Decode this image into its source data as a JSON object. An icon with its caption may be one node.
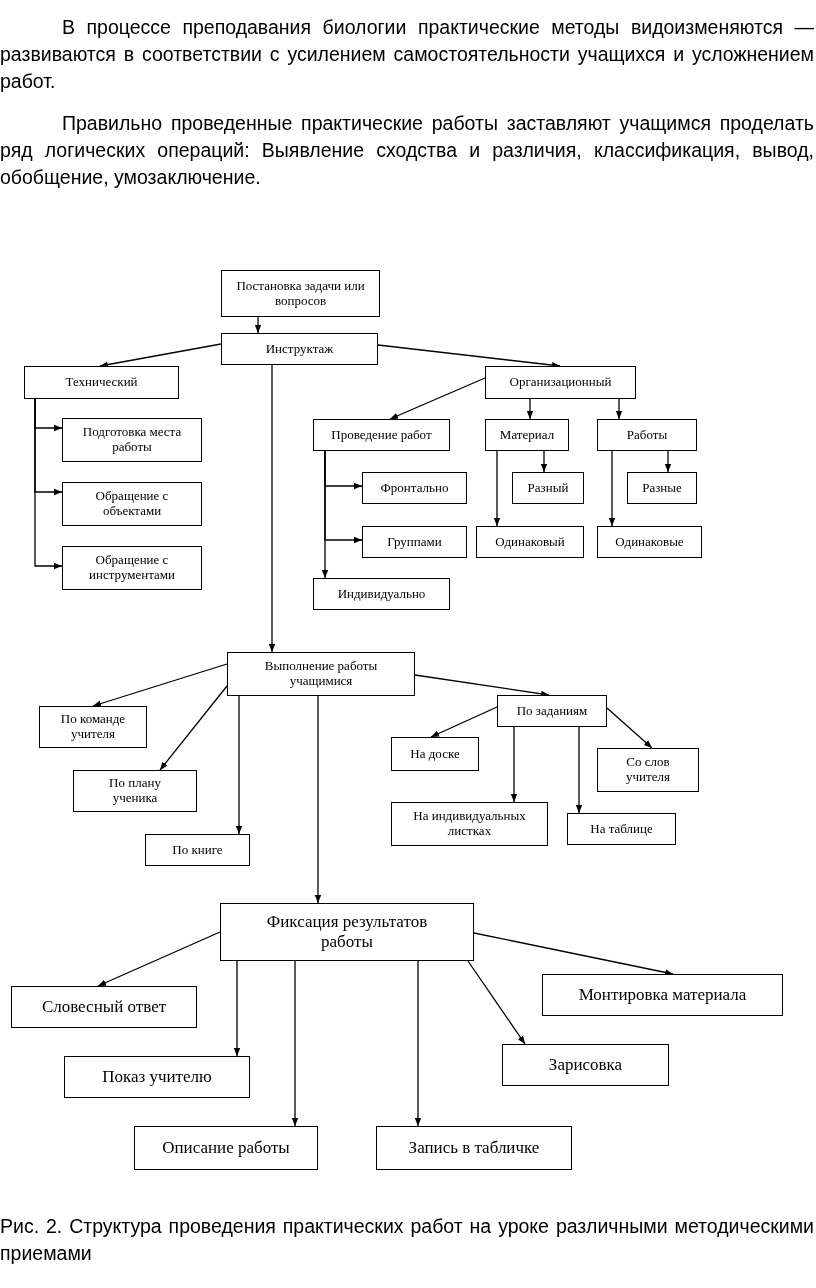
{
  "diagram": {
    "caption": "Рис. 2. Структура проведения практических работ на уроке различными методическими приемами",
    "labels": [
      "В процессе преподавания биологии практические методы видоизменяются — развиваются в соответствии с усилением самостоятельности учащихся и усложнением работ.",
      "Правильно проведенные практические работы заставляют учащимся проделать ряд логических операций: Выявление сходства и различия, классификация, вывод, обобщение, умозаключение."
    ],
    "nodes": [
      {
        "text": [
          "Постановка задачи или вопросов"
        ]
      },
      {
        "text": [
          "Инструктаж"
        ]
      },
      {
        "text": [
          "Технический"
        ]
      },
      {
        "text": [
          "Организационный"
        ]
      },
      {
        "text": [
          "Подготовка места работы"
        ]
      },
      {
        "text": [
          "Обращение с объектами"
        ]
      },
      {
        "text": [
          "Обращение с инструментами"
        ]
      },
      {
        "text": [
          "Проведение работ"
        ]
      },
      {
        "text": [
          "Материал"
        ]
      },
      {
        "text": [
          "Работы"
        ]
      },
      {
        "text": [
          "Фронтально"
        ]
      },
      {
        "text": [
          "Группами"
        ]
      },
      {
        "text": [
          "Индивидуально"
        ]
      },
      {
        "text": [
          "Разный"
        ]
      },
      {
        "text": [
          "Одинаковый"
        ]
      },
      {
        "text": [
          "Разные"
        ]
      },
      {
        "text": [
          "Одинаковые"
        ]
      },
      {
        "text": [
          "Выполнение работы учащимися"
        ]
      },
      {
        "text": [
          "По команде учителя"
        ]
      },
      {
        "text": [
          "По плану ученика"
        ]
      },
      {
        "text": [
          "По книге"
        ]
      },
      {
        "text": [
          "По заданиям"
        ]
      },
      {
        "text": [
          "На доске"
        ]
      },
      {
        "text": [
          "Со слов учителя"
        ]
      },
      {
        "text": [
          "На индивидуальных листках"
        ]
      },
      {
        "text": [
          "На таблице"
        ]
      },
      {
        "text": [
          "Фиксация результатов работы"
        ]
      },
      {
        "text": [
          "Словесный ответ"
        ]
      },
      {
        "text": [
          "Показ учителю"
        ]
      },
      {
        "text": [
          "Описание работы"
        ]
      },
      {
        "text": [
          "Запись в табличке"
        ]
      },
      {
        "text": [
          "Зарисовка"
        ]
      },
      {
        "text": [
          "Монтировка материала"
        ]
      }
    ],
    "edges": [
      {
        "from": 0,
        "to": 1,
        "arrow": "to"
      },
      {
        "from": 1,
        "to": 2,
        "arrow": "to"
      },
      {
        "from": 1,
        "to": 3,
        "arrow": "to"
      },
      {
        "from": 1,
        "to": 17,
        "arrow": "to"
      },
      {
        "from": 2,
        "to": 4,
        "arrow": "to"
      },
      {
        "from": 2,
        "to": 5,
        "arrow": "to"
      },
      {
        "from": 2,
        "to": 6,
        "arrow": "to"
      },
      {
        "from": 3,
        "to": 7,
        "arrow": "to"
      },
      {
        "from": 3,
        "to": 8,
        "arrow": "to"
      },
      {
        "from": 3,
        "to": 9,
        "arrow": "to"
      },
      {
        "from": 7,
        "to": 10,
        "arrow": "to"
      },
      {
        "from": 7,
        "to": 11,
        "arrow": "to"
      },
      {
        "from": 7,
        "to": 12,
        "arrow": "to"
      },
      {
        "from": 8,
        "to": 13,
        "arrow": "to"
      },
      {
        "from": 8,
        "to": 14,
        "arrow": "to"
      },
      {
        "from": 9,
        "to": 15,
        "arrow": "to"
      },
      {
        "from": 9,
        "to": 16,
        "arrow": "to"
      },
      {
        "from": 17,
        "to": 18,
        "arrow": "to"
      },
      {
        "from": 17,
        "to": 19,
        "arrow": "to"
      },
      {
        "from": 17,
        "to": 20,
        "arrow": "to"
      },
      {
        "from": 17,
        "to": 21,
        "arrow": "to"
      },
      {
        "from": 17,
        "to": 26,
        "arrow": "to"
      },
      {
        "from": 21,
        "to": 22,
        "arrow": "to"
      },
      {
        "from": 21,
        "to": 24,
        "arrow": "to"
      },
      {
        "from": 21,
        "to": 25,
        "arrow": "to"
      },
      {
        "from": 21,
        "to": 23,
        "arrow": "to"
      },
      {
        "from": 26,
        "to": 27,
        "arrow": "to"
      },
      {
        "from": 26,
        "to": 28,
        "arrow": "to"
      },
      {
        "from": 26,
        "to": 29,
        "arrow": "to"
      },
      {
        "from": 26,
        "to": 30,
        "arrow": "to"
      },
      {
        "from": 26,
        "to": 31,
        "arrow": "to"
      },
      {
        "from": 26,
        "to": 32,
        "arrow": "to"
      }
    ]
  }
}
